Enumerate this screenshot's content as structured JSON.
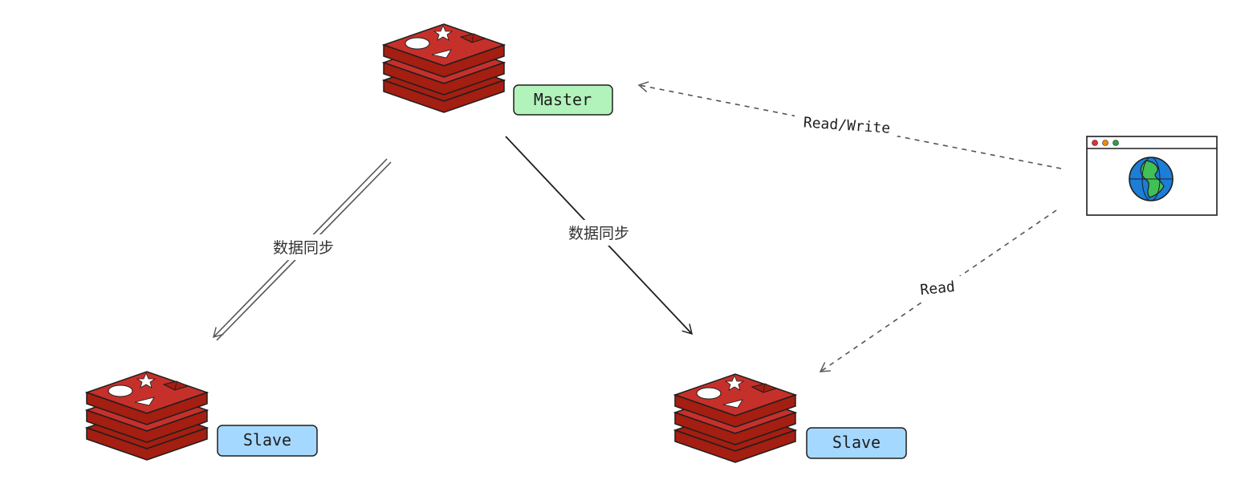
{
  "nodes": {
    "master": {
      "label": "Master",
      "icon": "redis-logo-icon",
      "tag_color": "#b2f2bb"
    },
    "slave_left": {
      "label": "Slave",
      "icon": "redis-logo-icon",
      "tag_color": "#a5d8ff"
    },
    "slave_right": {
      "label": "Slave",
      "icon": "redis-logo-icon",
      "tag_color": "#a5d8ff"
    },
    "client": {
      "icon": "browser-window-globe-icon"
    }
  },
  "edges": {
    "sync_left": {
      "label": "数据同步",
      "style": "double-line-arrow"
    },
    "sync_right": {
      "label": "数据同步",
      "style": "solid-arrow"
    },
    "read_write": {
      "label": "Read/Write",
      "style": "dashed-arrow"
    },
    "read": {
      "label": "Read",
      "style": "dashed-arrow"
    }
  },
  "colors": {
    "redis_red": "#c6302b",
    "redis_dark": "#a41e11",
    "stroke": "#1e1e1e"
  }
}
